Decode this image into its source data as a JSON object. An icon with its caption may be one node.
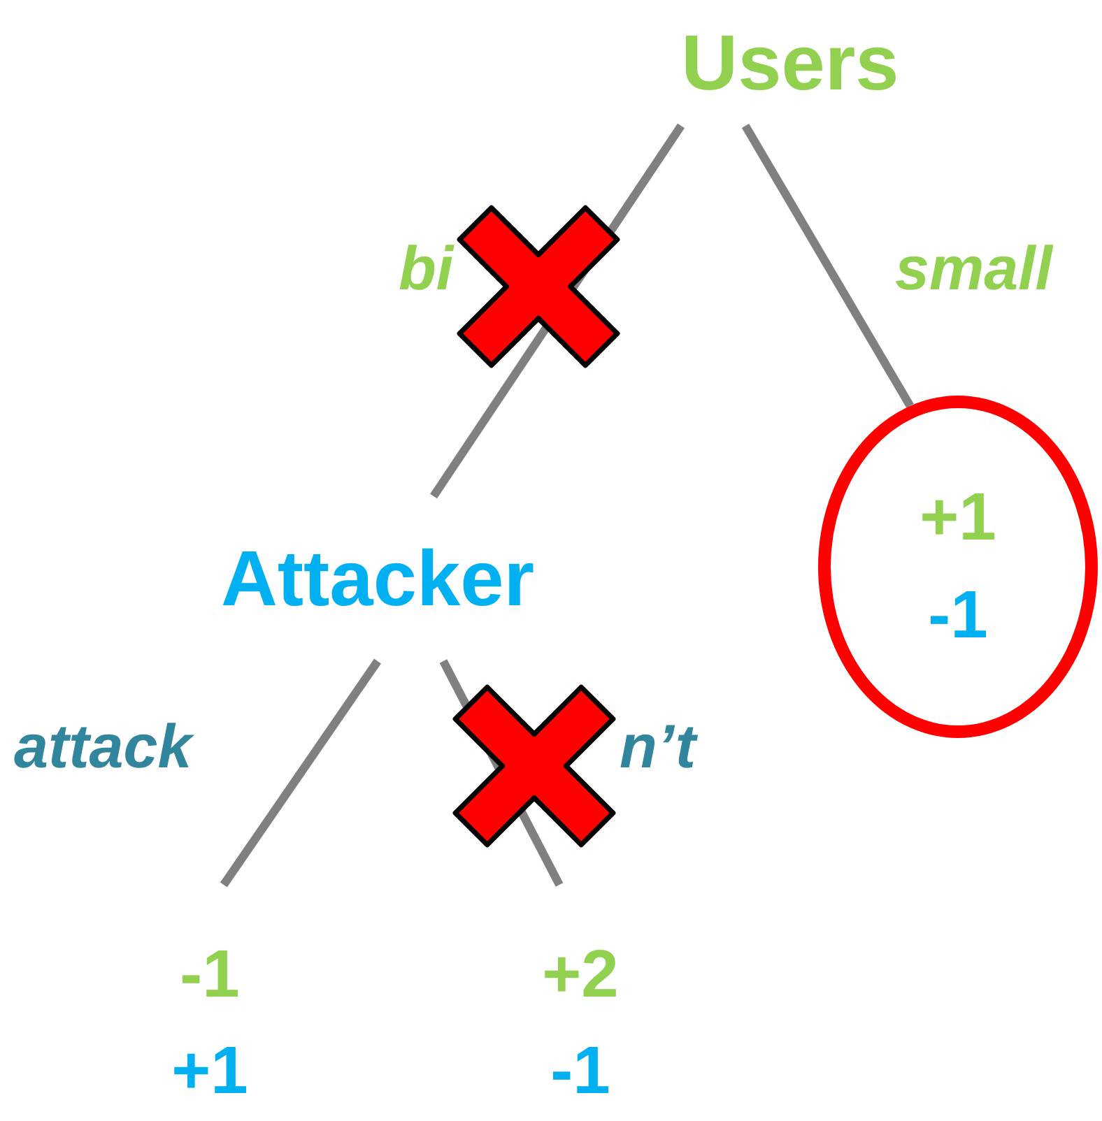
{
  "diagram": {
    "nodes": [
      {
        "text": [
          "Users"
        ]
      },
      {
        "text": [
          "Attacker"
        ]
      },
      {
        "text": [
          "+1",
          "-1"
        ]
      },
      {
        "text": [
          "-1",
          "+1"
        ]
      },
      {
        "text": [
          "+2",
          "-1"
        ]
      }
    ],
    "edges": [
      {
        "from": 0,
        "to": 1,
        "arrow": "none",
        "label": "bi"
      },
      {
        "from": 0,
        "to": 2,
        "arrow": "none",
        "label": "small"
      },
      {
        "from": 1,
        "to": 3,
        "arrow": "none",
        "label": "attack"
      },
      {
        "from": 1,
        "to": 4,
        "arrow": "none",
        "label": "n’t"
      }
    ]
  }
}
